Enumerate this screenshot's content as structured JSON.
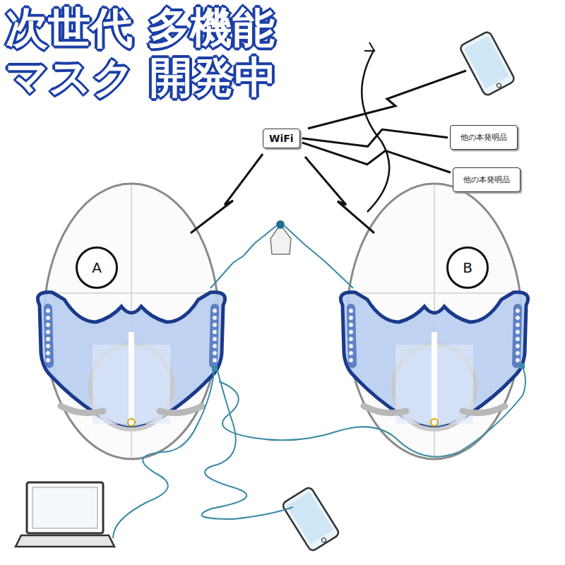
{
  "diagram": {
    "title": "次世代 多機能マスク 開発中",
    "nodes": [
      {
        "text": [
          "WiFi"
        ]
      },
      {
        "text": [
          "他の本発明品"
        ]
      },
      {
        "text": [
          "他の本発明品"
        ]
      },
      {
        "text": [
          "A"
        ]
      },
      {
        "text": [
          "B"
        ]
      }
    ],
    "edges": [
      {
        "from": 0,
        "to": 1,
        "arrow": "none"
      },
      {
        "from": 0,
        "to": 2,
        "arrow": "none"
      }
    ]
  }
}
